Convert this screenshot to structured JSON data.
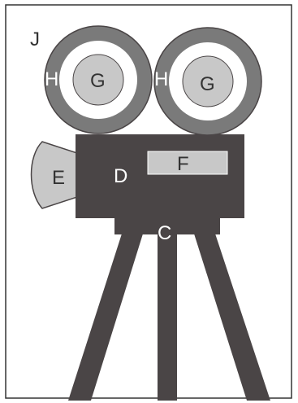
{
  "diagram": {
    "description_labels": {
      "frame_corner": "J",
      "reel_left_ring": "H",
      "reel_left_hub": "G",
      "reel_right_ring": "H",
      "reel_right_hub": "G",
      "camera_body": "D",
      "lens": "E",
      "viewfinder": "F",
      "mount_plate": "C"
    },
    "colors": {
      "frame_border": "#333333",
      "frame_fill": "#ffffff",
      "body_fill": "#4a4546",
      "reel_ring_fill": "#7a7a7a",
      "reel_inner_fill": "#ffffff",
      "reel_hub_fill": "#c8c8c8",
      "lens_fill": "#c8c8c8",
      "viewfinder_fill": "#c8c8c8",
      "tripod_fill": "#4a4546",
      "mount_fill": "#4a4546",
      "label_dark": "#333333",
      "label_light": "#ffffff"
    }
  }
}
